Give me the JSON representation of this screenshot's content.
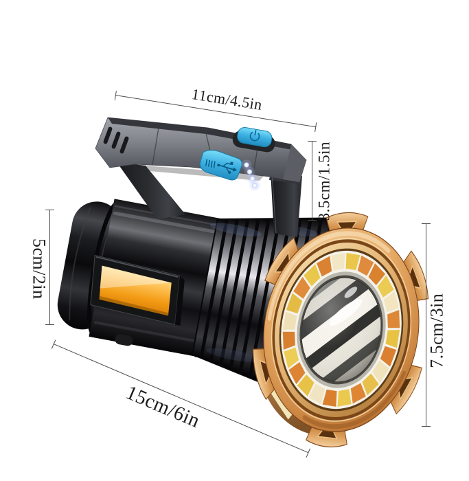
{
  "product_image": {
    "subject": "handheld rechargeable LED searchlight with carry handle",
    "background_color": "#ffffff"
  },
  "dimension_labels": {
    "top_width": "11cm/4.5in",
    "handle_height": "3.5cm/1.5in",
    "body_height": "5cm/2in",
    "head_height": "7.5cm/3in",
    "body_length": "15cm/6in"
  },
  "colors": {
    "annotation_line": "#4d4d4d",
    "annotation_text": "#1c1c1c",
    "head_copper": "#cd8844",
    "handle_gray": "#83868c",
    "body_black": "#141416",
    "accent_blue": "#3fb2e4",
    "side_light_amber": "#f49d18",
    "led_orange": "#dd8836",
    "led_yellow": "#eac74a",
    "reflector_silver": "#e8e5db"
  }
}
